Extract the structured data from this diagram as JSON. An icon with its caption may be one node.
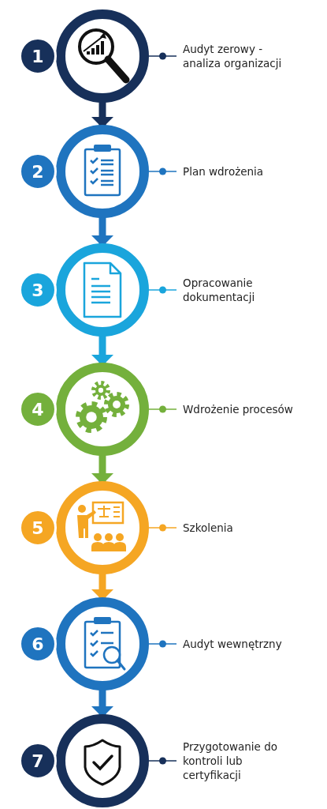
{
  "diagram": {
    "nodes": [
      {
        "text": [],
        "shape": "picture"
      },
      {
        "text": [
          "Audyt zerowy - analiza organizacji"
        ]
      },
      {
        "text": [],
        "shape": "picture"
      },
      {
        "text": [
          "Plan wdrożenia"
        ]
      },
      {
        "text": [],
        "shape": "picture"
      },
      {
        "text": [
          "Opracowanie dokumentacji"
        ]
      },
      {
        "text": [],
        "shape": "picture"
      },
      {
        "text": [
          "Wdrożenie procesów"
        ]
      },
      {
        "text": [],
        "shape": "picture"
      },
      {
        "text": [
          "Szkolenia"
        ]
      },
      {
        "text": [],
        "shape": "picture"
      },
      {
        "text": [
          "Audyt wewnętrzny"
        ]
      },
      {
        "text": [],
        "shape": "picture"
      },
      {
        "text": [
          "Przygotowanie do kontroli lub certyfikacji"
        ]
      }
    ],
    "edges": [
      {
        "from": 0,
        "to": 1,
        "arrow": "none",
        "color": "#17305a"
      },
      {
        "from": 0,
        "to": 2,
        "arrow": "to",
        "style": "thick",
        "color": "#17305a"
      },
      {
        "from": 2,
        "to": 3,
        "arrow": "none",
        "color": "#1f74bf"
      },
      {
        "from": 2,
        "to": 4,
        "arrow": "to",
        "style": "thick",
        "color": "#1f74bf"
      },
      {
        "from": 4,
        "to": 5,
        "arrow": "none",
        "color": "#1aa5dc"
      },
      {
        "from": 4,
        "to": 6,
        "arrow": "to",
        "style": "thick",
        "color": "#1aa5dc"
      },
      {
        "from": 6,
        "to": 7,
        "arrow": "none",
        "color": "#74b03c"
      },
      {
        "from": 6,
        "to": 8,
        "arrow": "to",
        "style": "thick",
        "color": "#74b03c"
      },
      {
        "from": 8,
        "to": 9,
        "arrow": "none",
        "color": "#f5a623"
      },
      {
        "from": 8,
        "to": 10,
        "arrow": "to",
        "style": "thick",
        "color": "#f5a623"
      },
      {
        "from": 10,
        "to": 11,
        "arrow": "none",
        "color": "#1f74bf"
      },
      {
        "from": 10,
        "to": 12,
        "arrow": "to",
        "style": "thick",
        "color": "#1f74bf"
      },
      {
        "from": 12,
        "to": 13,
        "arrow": "none",
        "color": "#17305a"
      }
    ],
    "labels": [
      "1",
      "2",
      "3",
      "4",
      "5",
      "6",
      "7"
    ]
  }
}
